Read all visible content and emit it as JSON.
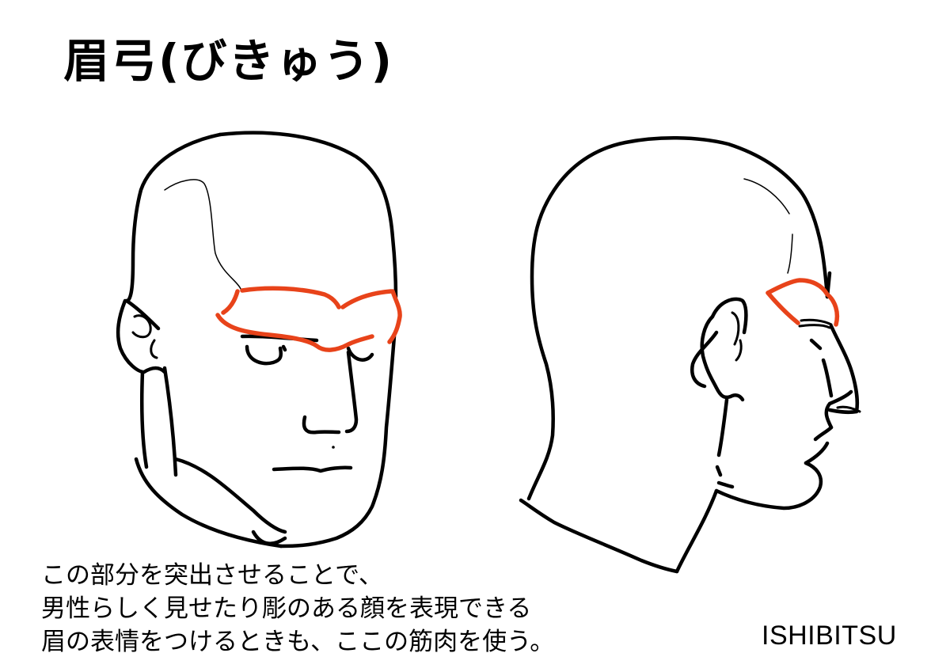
{
  "title": "眉弓(びきゅう)",
  "caption": {
    "lines": [
      "この部分を突出させることで、",
      "男性らしく見せたり彫のある顔を表現できる",
      "眉の表情をつけるときも、ここの筋肉を使う。"
    ]
  },
  "signature": "ISHIBITSU",
  "illustrations": [
    {
      "name": "front-three-quarter-head",
      "highlight": "brow-ridge"
    },
    {
      "name": "profile-head",
      "highlight": "brow-ridge"
    }
  ],
  "colors": {
    "ink": "#000000",
    "highlight": "#e8431a",
    "background": "#ffffff"
  }
}
